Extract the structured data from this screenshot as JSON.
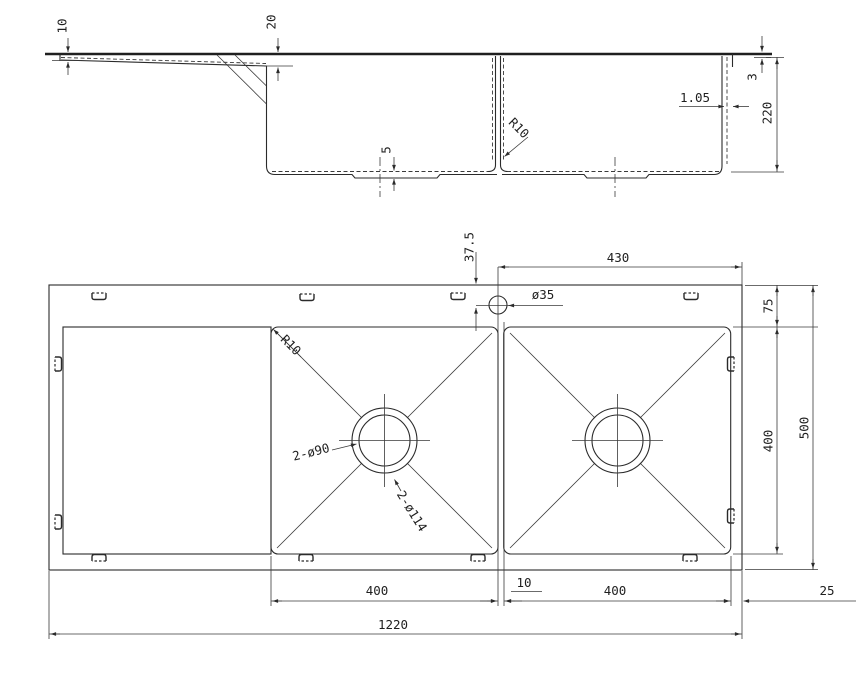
{
  "drawing": {
    "type": "technical-drawing",
    "subject": "double-bowl-sink-with-drainboard",
    "views": {
      "top": "section-view",
      "bottom": "plan-view"
    }
  },
  "colors": {
    "background": "#ffffff",
    "line": "#2b2b2b",
    "text": "#1f1f1f"
  },
  "section_view": {
    "dims": {
      "left_drop": "10",
      "mid_drop": "20",
      "recess_depth": "5",
      "corner_radius": "R10",
      "wall_thickness": "1.05",
      "flange_height": "3",
      "bowl_depth": "220"
    }
  },
  "plan_view": {
    "dims": {
      "hole_offset": "37.5",
      "right_span": "430",
      "hole_dia": "ø35",
      "rim_top": "75",
      "corner_radius": "R10",
      "drain_inner": "2-ø90",
      "drain_outer": "2-ø114",
      "bowl_height": "400",
      "overall_height": "500",
      "bowl1_width": "400",
      "divider": "10",
      "bowl2_width": "400",
      "right_margin": "25",
      "overall_width": "1220"
    }
  }
}
